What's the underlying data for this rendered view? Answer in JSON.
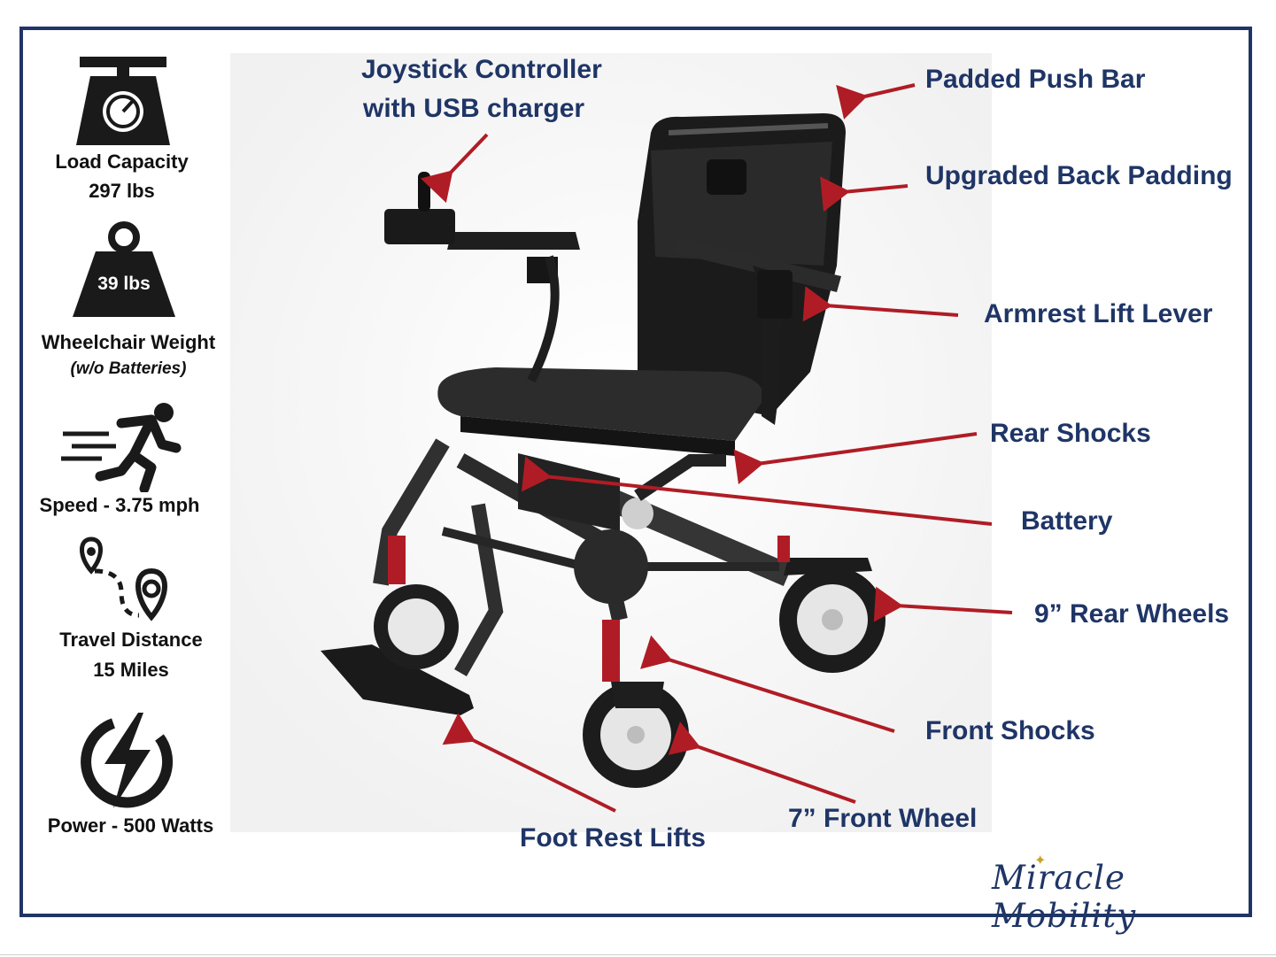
{
  "specs": {
    "load_capacity": {
      "label": "Load Capacity",
      "value": "297 lbs"
    },
    "weight": {
      "badge": "39 lbs",
      "label": "Wheelchair Weight",
      "note": "(w/o Batteries)"
    },
    "speed": {
      "label": "Speed - 3.75 mph"
    },
    "travel": {
      "label": "Travel Distance",
      "value": "15 Miles"
    },
    "power": {
      "label": "Power - 500 Watts"
    }
  },
  "callouts": {
    "joystick_line1": "Joystick Controller",
    "joystick_line2": "with USB charger",
    "push_bar": "Padded Push Bar",
    "back_padding": "Upgraded Back Padding",
    "armrest_lever": "Armrest Lift Lever",
    "rear_shocks": "Rear Shocks",
    "battery": "Battery",
    "rear_wheels": "9” Rear Wheels",
    "front_shocks": "Front Shocks",
    "front_wheel": "7” Front Wheel",
    "foot_rest": "Foot Rest Lifts"
  },
  "brand": {
    "name": "Miracle Mobility"
  },
  "colors": {
    "accent": "#1f3566",
    "arrow": "#b01c25",
    "icon": "#1a1a1a"
  }
}
